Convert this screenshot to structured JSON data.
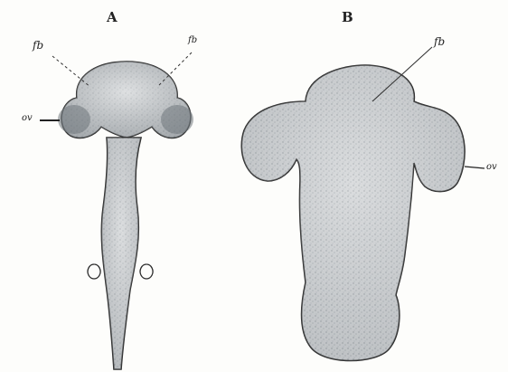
{
  "figure": {
    "panels": [
      {
        "letter": "A",
        "labels": {
          "fb_left": "fb",
          "fb_right": "fb",
          "ov": "ov"
        }
      },
      {
        "letter": "B",
        "labels": {
          "fb": "fb",
          "ov": "ov"
        }
      }
    ],
    "colors": {
      "tissue_fill": "#cfd2d4",
      "tissue_shade": "#9aa0a4",
      "outline": "#2a2a2a",
      "paper": "#fdfdfb"
    }
  }
}
